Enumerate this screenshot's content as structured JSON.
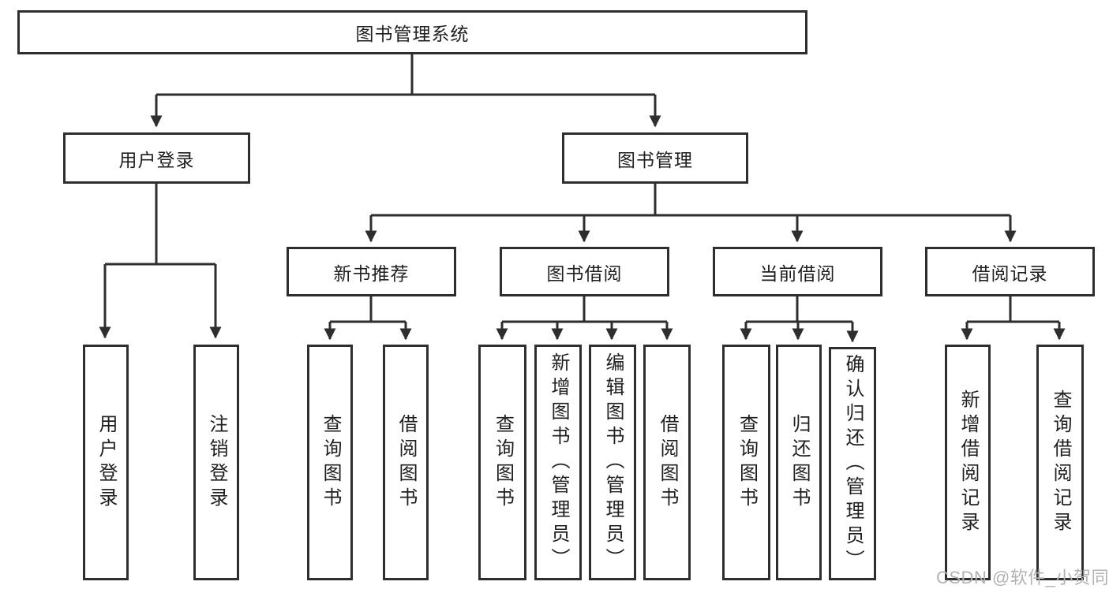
{
  "diagram": {
    "title": "图书管理系统",
    "level2": {
      "user_login": "用户登录",
      "book_mgmt": "图书管理"
    },
    "level3": {
      "new_book_rec": "新书推荐",
      "book_borrow": "图书借阅",
      "current_borrow": "当前借阅",
      "borrow_records": "借阅记录"
    },
    "leaves": {
      "user_login": "用户登录",
      "logout": "注销登录",
      "nbr_query": "查询图书",
      "nbr_borrow": "借阅图书",
      "bb_query": "查询图书",
      "bb_add": "新增图书（管理员）",
      "bb_edit": "编辑图书（管理员）",
      "bb_borrow": "借阅图书",
      "cb_query": "查询图书",
      "cb_return": "归还图书",
      "cb_confirm": "确认归还（管理员）",
      "br_add": "新增借阅记录",
      "br_query": "查询借阅记录"
    }
  },
  "watermark": "CSDN @软件_小贺同学",
  "colors": {
    "line": "#2e2e2e",
    "box_border": "#2e2e2e",
    "box_fill": "#ffffff",
    "text": "#1f1f1f",
    "watermark": "#b3b3b3"
  }
}
